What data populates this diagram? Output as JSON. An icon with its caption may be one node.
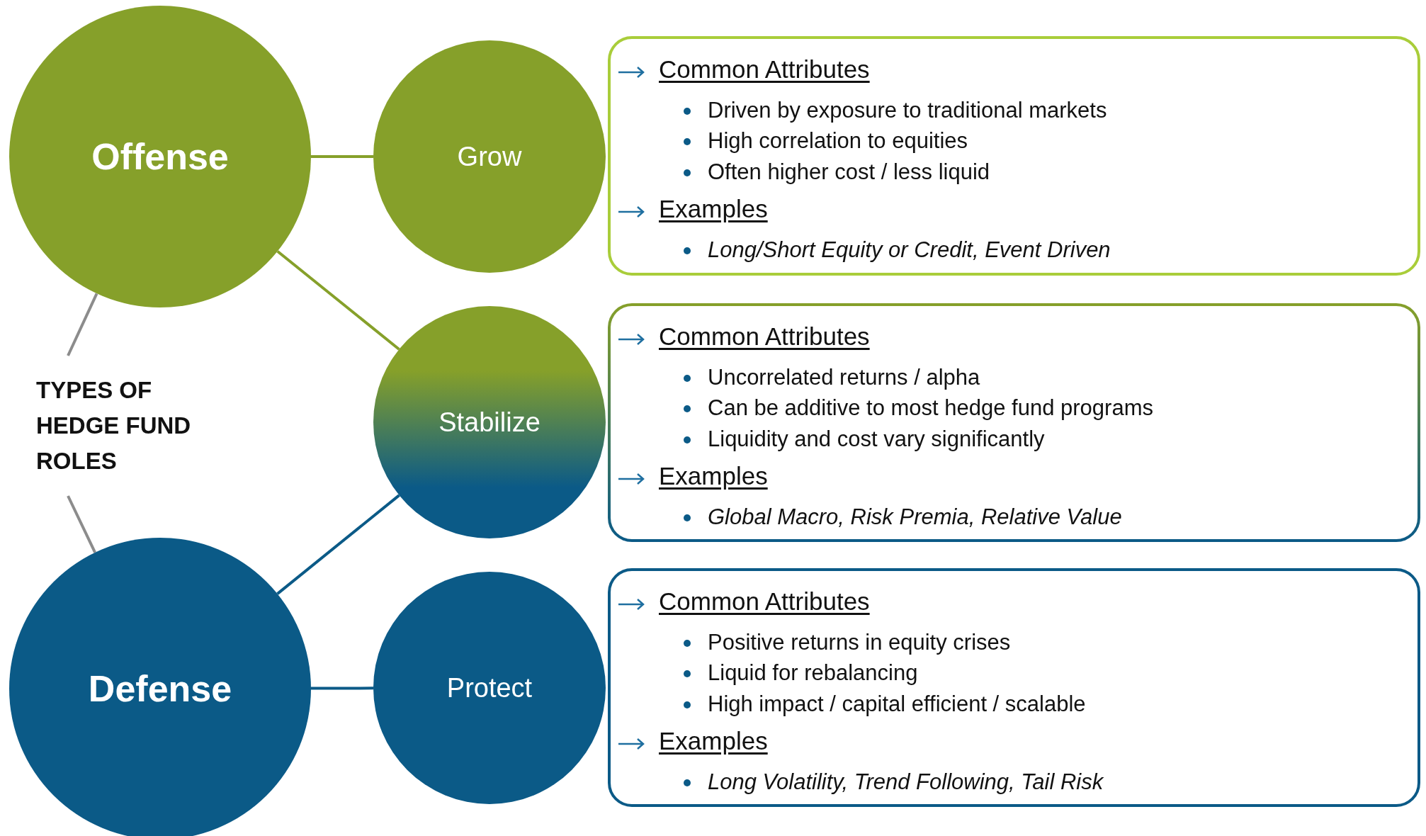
{
  "diagram": {
    "nodes": [
      {
        "text": [
          "Offense"
        ]
      },
      {
        "text": [
          "Grow"
        ]
      },
      {
        "text": [
          "Common Attributes",
          "Driven by exposure to traditional markets",
          "High correlation to equities",
          "Often higher cost / less liquid",
          "Examples",
          "Long/Short Equity or Credit, Event Driven"
        ]
      },
      {
        "text": [
          "Stabilize"
        ]
      },
      {
        "text": [
          "Common Attributes",
          "Uncorrelated returns / alpha",
          "Can be additive to most hedge fund programs",
          "Liquidity and cost vary significantly",
          "Examples",
          "Global Macro, Risk Premia, Relative Value"
        ]
      },
      {
        "text": [
          "TYPES OF HEDGE FUND ROLES"
        ]
      },
      {
        "text": [
          "Defense"
        ]
      },
      {
        "text": [
          "Protect"
        ]
      },
      {
        "text": [
          "Common Attributes",
          "Positive returns in equity crises",
          "Liquid for rebalancing",
          "High impact / capital efficient / scalable",
          "Examples",
          "Long Volatility, Trend Following, Tail Risk"
        ]
      }
    ],
    "edges": [
      {
        "from": 0,
        "to": 1,
        "arrow": "none",
        "color": "#86a02a"
      },
      {
        "from": 0,
        "to": 3,
        "arrow": "none",
        "color": "#86a02a"
      },
      {
        "from": 6,
        "to": 3,
        "arrow": "none",
        "color": "#0b5a87"
      },
      {
        "from": 6,
        "to": 7,
        "arrow": "none",
        "color": "#0b5a87"
      },
      {
        "from": 5,
        "to": 0,
        "arrow": "none",
        "color": "#8c8c8c"
      },
      {
        "from": 5,
        "to": 6,
        "arrow": "none",
        "color": "#8c8c8c"
      }
    ]
  }
}
